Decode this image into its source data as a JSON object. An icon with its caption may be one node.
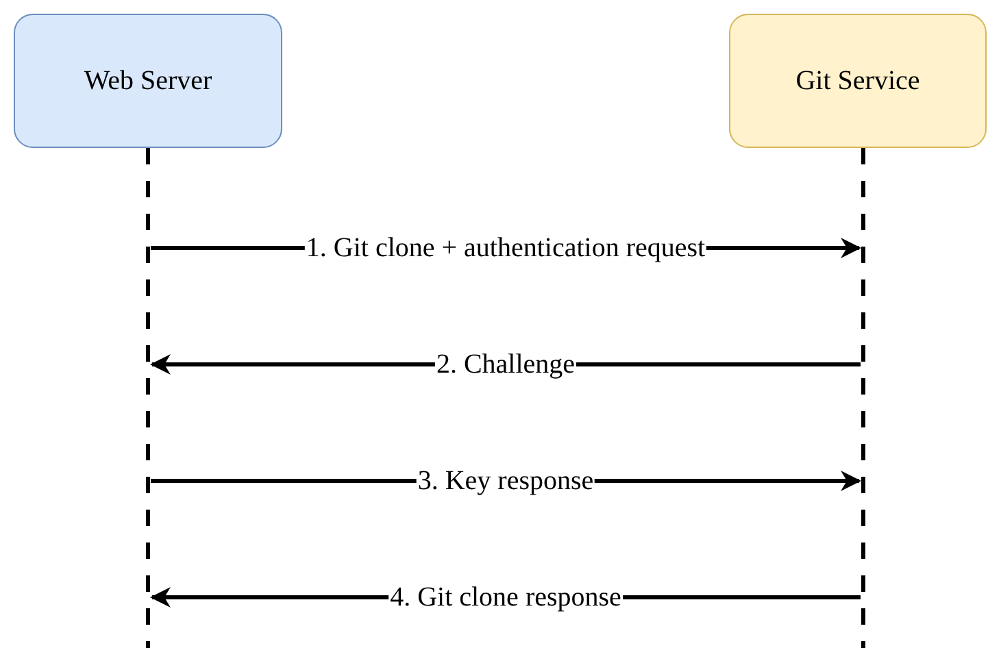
{
  "diagram": {
    "nodes": [
      {
        "text": [
          "Web Server"
        ]
      },
      {
        "text": [
          "Git Service"
        ]
      }
    ],
    "edges": [
      {
        "from": 0,
        "to": 1,
        "arrow": "to",
        "label": "1. Git clone + authentication request"
      },
      {
        "from": 1,
        "to": 0,
        "arrow": "to",
        "label": "2. Challenge"
      },
      {
        "from": 0,
        "to": 1,
        "arrow": "to",
        "label": "3. Key response"
      },
      {
        "from": 1,
        "to": 0,
        "arrow": "to",
        "label": "4. Git clone response"
      }
    ]
  }
}
